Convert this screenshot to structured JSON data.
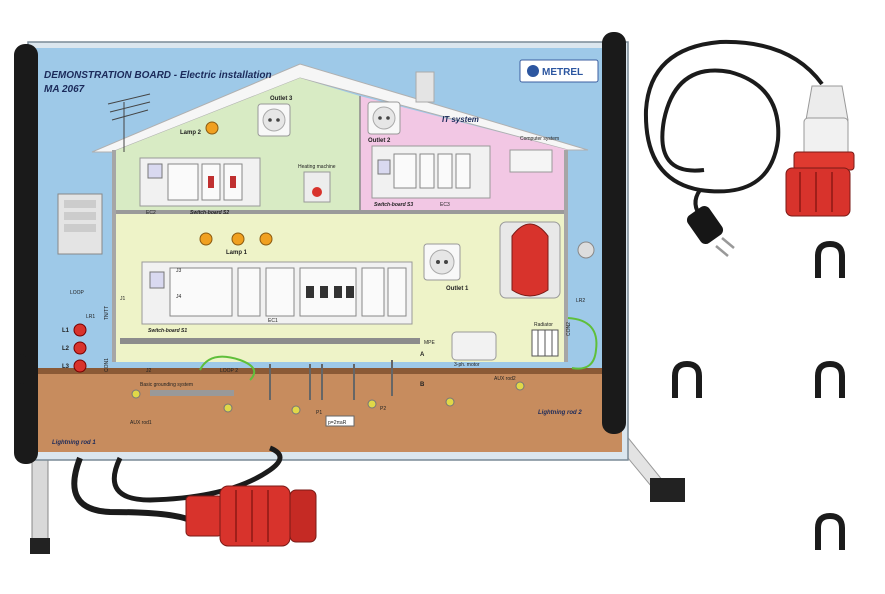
{
  "board": {
    "title": "DEMONSTRATION BOARD  - Electric installation",
    "model": "MA 2067",
    "brand": "METREL",
    "labels": {
      "lamp2": "Lamp 2",
      "lamp1": "Lamp 1",
      "outlet3": "Outlet 3",
      "outlet2": "Outlet 2",
      "outlet1": "Outlet 1",
      "it_system": "IT system",
      "computer_system": "Computer system",
      "switchboard_s2": "Switch-board S2",
      "switchboard_s3": "Switch-board S3",
      "switchboard_s1": "Switch-board S1",
      "heating_machine": "Heating machine",
      "ec1": "EC1",
      "ec2": "EC2",
      "ec3": "EC3",
      "loop": "LOOP",
      "loop2": "LOOP 2",
      "l1": "L1",
      "l2": "L2",
      "l3": "L3",
      "lr1": "LR1",
      "lr2": "LR2",
      "tn_tt": "TN/TT",
      "j1": "J1",
      "j2": "J2",
      "j3": "J3",
      "j4": "J4",
      "con1": "CON1",
      "con2": "CON2",
      "mpe": "MPE",
      "three_ph_motor": "3-ph. motor",
      "radiator": "Radiator",
      "basic_grounding": "Basic grounding system",
      "aux_rod1": "AUX rod1",
      "aux_rod2": "AUX rod2",
      "lightning_rod1": "Lightning rod 1",
      "lightning_rod2": "Lightning rod 2",
      "p1": "P1",
      "p2": "P2",
      "formula": "p=2πaR",
      "a": "A",
      "b": "B"
    }
  },
  "colors": {
    "sky": "#9ec9e8",
    "wall": "#eef3c8",
    "roof_attic": "#d8ebc4",
    "pink_room": "#f2c7e4",
    "ground": "#c78c5e",
    "plug_red": "#d8332c",
    "frame": "#1a1a1a"
  }
}
